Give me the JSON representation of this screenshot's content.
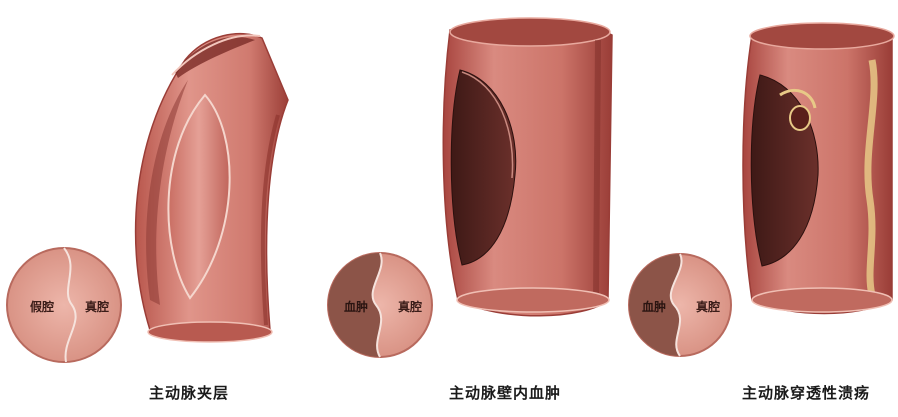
{
  "panels": [
    {
      "caption": "主动脉夹层",
      "cross_section_labels": {
        "left": "假腔",
        "right": "真腔"
      }
    },
    {
      "caption": "主动脉壁内血肿",
      "cross_section_labels": {
        "left": "血肿",
        "right": "真腔"
      }
    },
    {
      "caption": "主动脉穿透性溃疡",
      "cross_section_labels": {
        "left": "血肿",
        "right": "真腔"
      }
    }
  ],
  "colors": {
    "vessel_wall": "#d98a80",
    "vessel_dark": "#a8453f",
    "hematoma": "#5a2a26",
    "section_light": "#e6a89c",
    "section_dark": "#8c5448",
    "ulcer_yellow": "#e8c987"
  }
}
